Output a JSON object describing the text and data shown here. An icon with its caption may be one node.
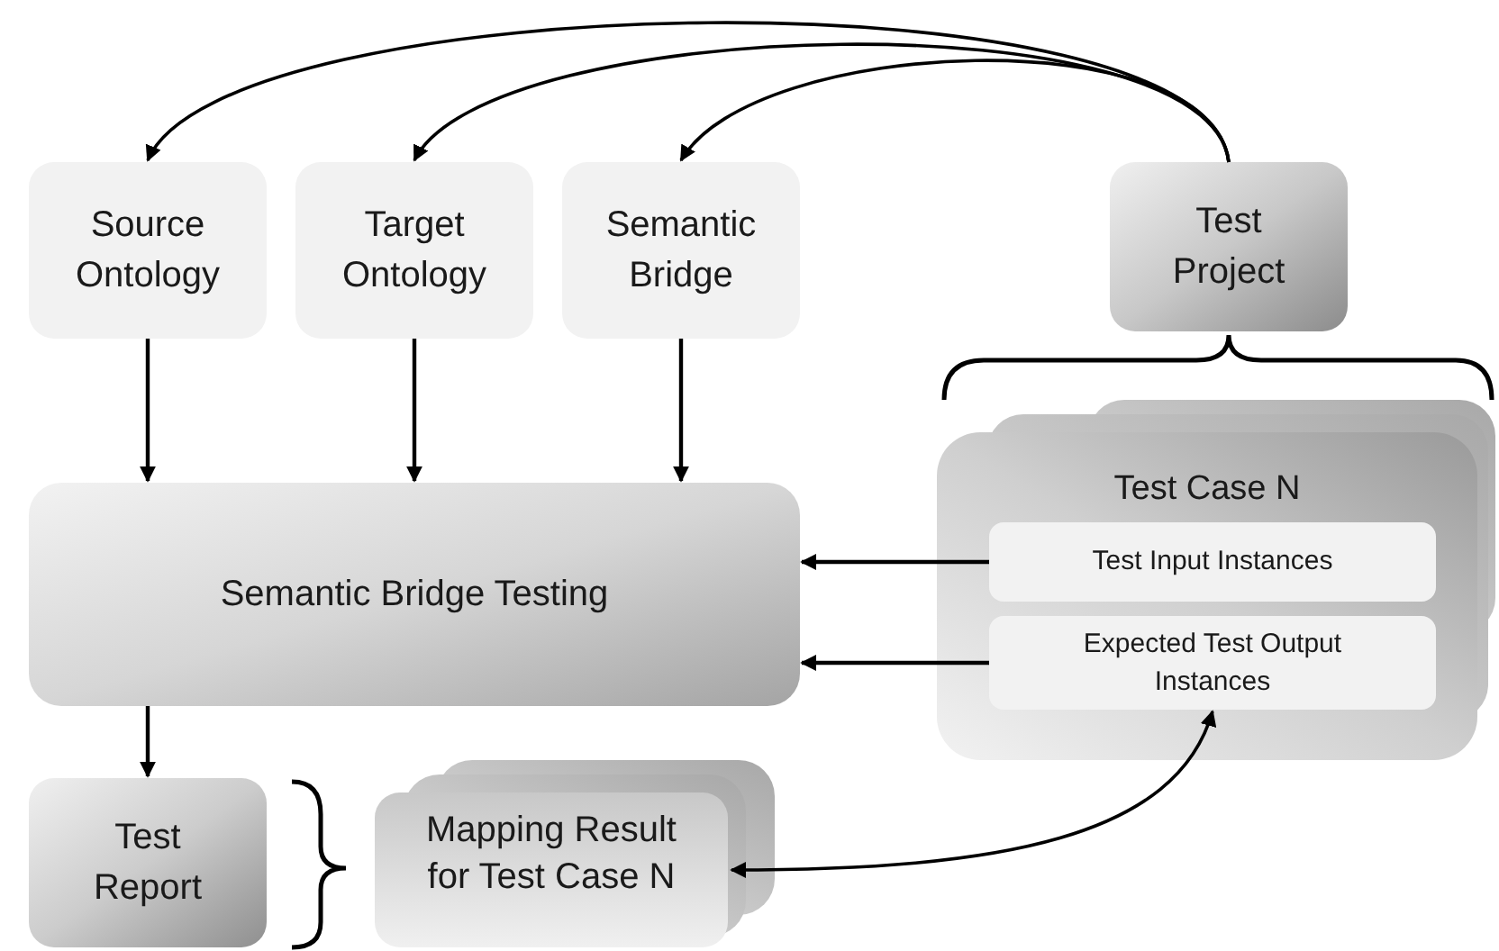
{
  "diagram": {
    "nodes": [
      {
        "text": [
          "Source Ontology"
        ]
      },
      {
        "text": [
          "Target Ontology"
        ]
      },
      {
        "text": [
          "Semantic Bridge"
        ]
      },
      {
        "text": [
          "Test Project"
        ]
      },
      {
        "text": [
          "Semantic Bridge Testing"
        ]
      },
      {
        "text": [
          "Test Case N"
        ]
      },
      {
        "text": [
          "Test Input Instances"
        ],
        "in": 5
      },
      {
        "text": [
          "Expected Test Output Instances"
        ],
        "in": 5
      },
      {
        "text": [
          "Test Report"
        ]
      },
      {
        "text": [
          "Mapping Result for Test Case N"
        ]
      }
    ],
    "edges": [
      {
        "from": 3,
        "to": 0,
        "arrow": "to"
      },
      {
        "from": 3,
        "to": 1,
        "arrow": "to"
      },
      {
        "from": 3,
        "to": 2,
        "arrow": "to"
      },
      {
        "from": 0,
        "to": 4,
        "arrow": "to"
      },
      {
        "from": 1,
        "to": 4,
        "arrow": "to"
      },
      {
        "from": 2,
        "to": 4,
        "arrow": "to"
      },
      {
        "from": 6,
        "to": 4,
        "arrow": "to"
      },
      {
        "from": 7,
        "to": 4,
        "arrow": "to"
      },
      {
        "from": 4,
        "to": 8,
        "arrow": "to"
      },
      {
        "from": 7,
        "to": 9,
        "arrow": "both"
      }
    ]
  }
}
